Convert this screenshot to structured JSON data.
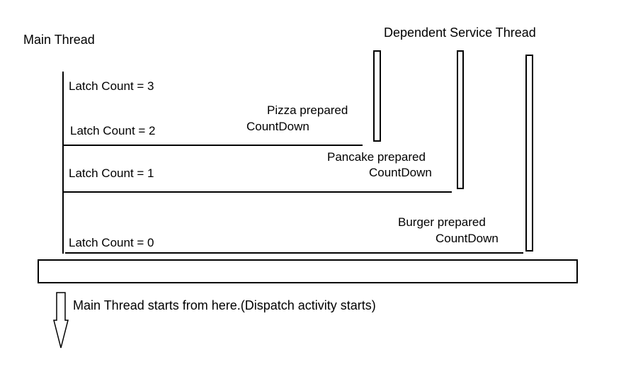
{
  "diagram": {
    "title_left": "Main Thread",
    "title_right": "Dependent Service Thread",
    "latch_counts": [
      {
        "label": "Latch Count = 3"
      },
      {
        "label": "Latch Count = 2"
      },
      {
        "label": "Latch Count = 1"
      },
      {
        "label": "Latch Count = 0"
      }
    ],
    "events": [
      {
        "name": "Pizza prepared",
        "action": "CountDown"
      },
      {
        "name": "Pancake prepared",
        "action": "CountDown"
      },
      {
        "name": "Burger prepared",
        "action": "CountDown"
      }
    ],
    "note": "Main Thread starts from here.(Dispatch activity starts)",
    "colors": {
      "background": "#ffffff",
      "ink": "#000000"
    }
  }
}
